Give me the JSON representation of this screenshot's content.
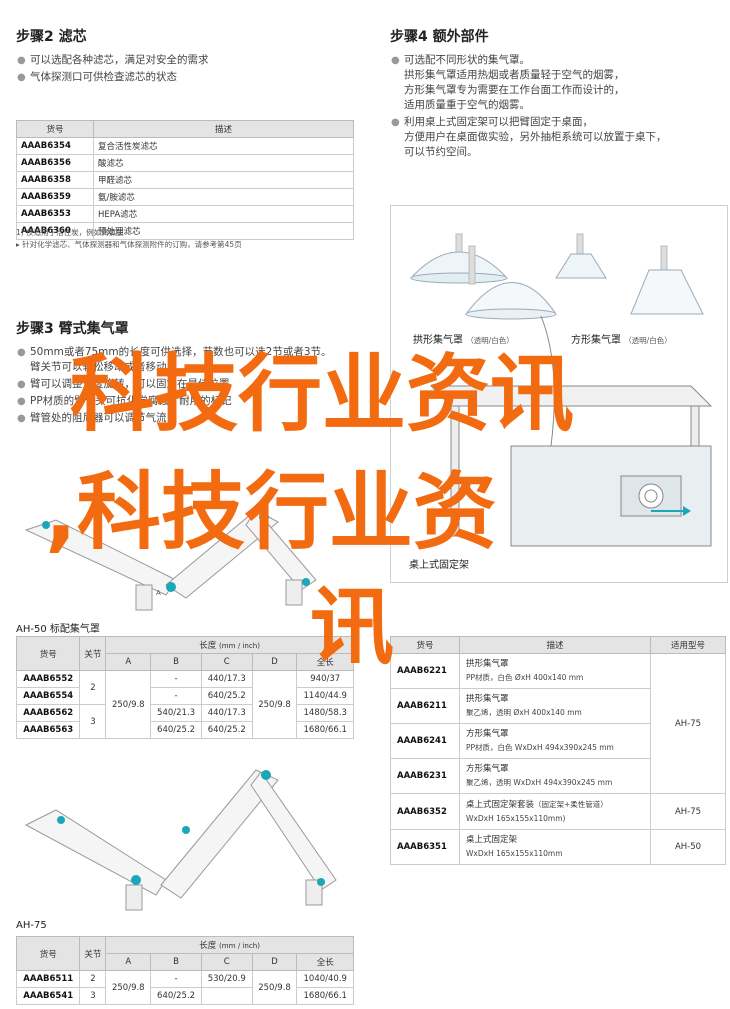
{
  "step2": {
    "title": "步骤2 滤芯",
    "bullets": [
      "可以选配各种滤芯，满足对安全的需求",
      "气体探测口可供检查滤芯的状态"
    ],
    "table_headers": [
      "货号",
      "描述"
    ],
    "rows": [
      {
        "code": "AAAB6354",
        "desc": "复合活性炭滤芯"
      },
      {
        "code": "AAAB6356",
        "desc": "酸滤芯"
      },
      {
        "code": "AAAB6358",
        "desc": "甲醛滤芯"
      },
      {
        "code": "AAAB6359",
        "desc": "氨/胺滤芯"
      },
      {
        "code": "AAAB6353",
        "desc": "HEPA滤芯"
      },
      {
        "code": "AAAB6360",
        "desc": "预处理滤芯"
      }
    ],
    "notes": [
      "1) 仅适用于活性炭，例如高氯酸",
      "▸ 针对化学滤芯、气体探测器和气体探测附件的订购，请参考第45页"
    ]
  },
  "step4": {
    "title": "步骤4 额外部件",
    "bullets": [
      {
        "lead": "可选配不同形状的集气罩。",
        "lines": [
          "拱形集气罩适用热烟或者质量轻于空气的烟雾，",
          "方形集气罩专为需要在工作台面工作而设计的，",
          "适用质量重于空气的烟雾。"
        ]
      },
      {
        "lead": "利用桌上式固定架可以把臂固定于桌面，",
        "lines": [
          "方便用户在桌面做实验，另外抽柜系统可以放置于桌下，",
          "可以节约空间。"
        ]
      }
    ],
    "hood_captions": [
      {
        "main": "拱形集气罩",
        "sub": "（透明/白色）"
      },
      {
        "main": "方形集气罩",
        "sub": "（透明/白色）"
      }
    ],
    "mount_caption": "桌上式固定架"
  },
  "step3": {
    "title": "步骤3 臂式集气罩",
    "bullets": [
      {
        "lead": "50mm或者75mm的长度可供选择，节数也可以选2节或者3节。",
        "lines": [
          "臂关节可以轻松移动或者移动"
        ]
      },
      {
        "lead": "臂可以调整角度旋转，可以固定在最佳位置",
        "lines": []
      },
      {
        "lead": "PP材质的臂管头可抗化学腐蚀，耐用的标记",
        "lines": []
      },
      {
        "lead": "臂管处的阻尼器可以调节气流",
        "lines": []
      }
    ]
  },
  "ah50": {
    "title": "AH-50 标配集气罩",
    "h_code": "货号",
    "h_sections": "关节",
    "h_length": "长度",
    "h_length_unit": "(mm / inch)",
    "length_cols": [
      "A",
      "B",
      "C",
      "D",
      "全长"
    ],
    "rows": [
      {
        "code": "AAAB6552",
        "sec": "2",
        "A": "250/9.8",
        "B": "-",
        "C": "440/17.3",
        "D": "250/9.8",
        "total": "940/37"
      },
      {
        "code": "AAAB6554",
        "sec": "",
        "A": "",
        "B": "-",
        "C": "640/25.2",
        "D": "",
        "total": "1140/44.9"
      },
      {
        "code": "AAAB6562",
        "sec": "3",
        "A": "",
        "B": "540/21.3",
        "C": "440/17.3",
        "D": "",
        "total": "1480/58.3"
      },
      {
        "code": "AAAB6563",
        "sec": "",
        "A": "",
        "B": "640/25.2",
        "C": "640/25.2",
        "D": "",
        "total": "1680/66.1"
      }
    ]
  },
  "ah75": {
    "title": "AH-75",
    "h_code": "货号",
    "h_sections": "关节",
    "h_length": "长度",
    "h_length_unit": "(mm / inch)",
    "length_cols": [
      "A",
      "B",
      "C",
      "D",
      "全长"
    ],
    "rows": [
      {
        "code": "AAAB6511",
        "sec": "2",
        "A": "250/9.8",
        "B": "-",
        "C": "530/20.9",
        "D": "250/9.8",
        "total": "1040/40.9"
      },
      {
        "code": "AAAB6541",
        "sec": "3",
        "A": "",
        "B": "640/25.2",
        "C": "",
        "D": "",
        "total": "1680/66.1"
      }
    ]
  },
  "accessories": {
    "headers": [
      "货号",
      "描述",
      "适用型号"
    ],
    "rows": [
      {
        "code": "AAAB6221",
        "name": "拱形集气罩",
        "spec": "PP材质，白色 ØxH 400x140 mm",
        "model": "AH-75"
      },
      {
        "code": "AAAB6211",
        "name": "拱形集气罩",
        "spec": "聚乙烯，透明 ØxH 400x140 mm",
        "model": ""
      },
      {
        "code": "AAAB6241",
        "name": "方形集气罩",
        "spec": "PP材质，白色 WxDxH 494x390x245 mm",
        "model": ""
      },
      {
        "code": "AAAB6231",
        "name": "方形集气罩",
        "spec": "聚乙烯，透明 WxDxH 494x390x245 mm",
        "model": ""
      },
      {
        "code": "AAAB6352",
        "name": "桌上式固定架套装",
        "name_note": "（固定架+柔性管道）",
        "spec": "WxDxH 165x155x110mm)",
        "model": "AH-75"
      },
      {
        "code": "AAAB6351",
        "name": "桌上式固定架",
        "spec": "WxDxH 165x155x110mm",
        "model": "AH-50"
      }
    ]
  },
  "watermark": {
    "line1": "科技行业资讯",
    "line2": ",科技行业资",
    "line3": "讯"
  },
  "colors": {
    "accent": "#f26b10",
    "teal": "#1aa7b8",
    "header_bg": "#e4e4e4"
  }
}
